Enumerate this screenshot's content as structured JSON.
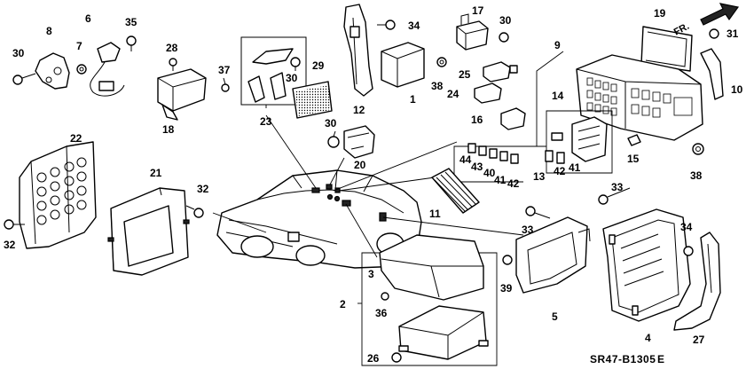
{
  "diagram": {
    "part_code": "SR47-B1305",
    "revision_mark": "E",
    "front_indicator": "FR.",
    "callouts": [
      "1",
      "2",
      "3",
      "4",
      "5",
      "6",
      "7",
      "8",
      "9",
      "10",
      "11",
      "12",
      "13",
      "14",
      "15",
      "16",
      "17",
      "18",
      "19",
      "20",
      "21",
      "22",
      "23",
      "24",
      "25",
      "26",
      "27",
      "28",
      "29",
      "30",
      "31",
      "32",
      "33",
      "34",
      "35",
      "36",
      "37",
      "38",
      "39",
      "40",
      "41",
      "42",
      "43",
      "44"
    ]
  }
}
